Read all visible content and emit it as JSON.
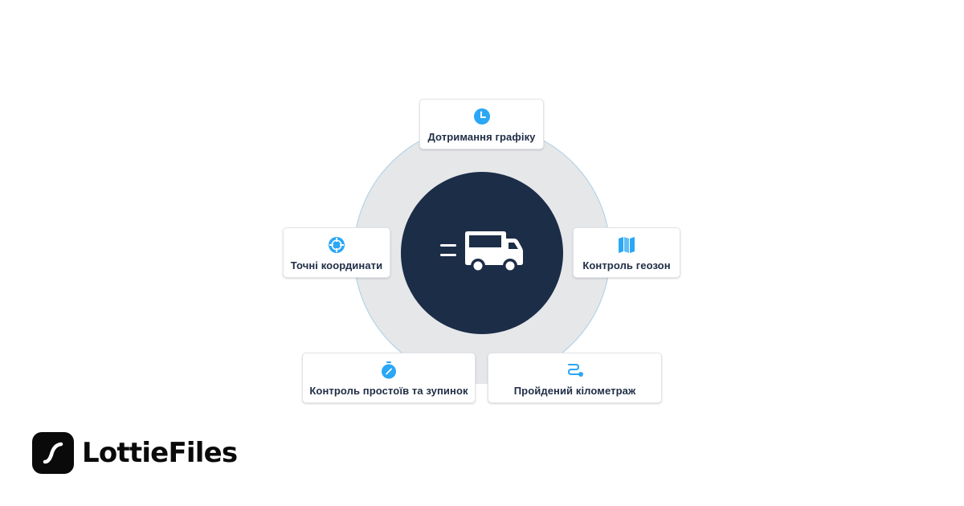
{
  "diagram": {
    "center": {
      "icon": "delivery-truck-icon",
      "color": "#1c2d48"
    },
    "ring_color": "#e6e7e9",
    "ring_border_color": "#a9cfe6",
    "accent_color": "#2aa7f5",
    "text_color": "#1f2d45",
    "features": [
      {
        "id": "schedule",
        "icon": "clock-icon",
        "label": "Дотримання графіку"
      },
      {
        "id": "coordinates",
        "icon": "crosshair-icon",
        "label": "Точні координати"
      },
      {
        "id": "geofence",
        "icon": "map-icon",
        "label": "Контроль геозон"
      },
      {
        "id": "idle",
        "icon": "stopwatch-icon",
        "label": "Контроль простоїв та зупинок"
      },
      {
        "id": "mileage",
        "icon": "route-icon",
        "label": "Пройдений кілометраж"
      }
    ]
  },
  "branding": {
    "logo_icon": "lottiefiles-logo-icon",
    "name": "LottieFiles"
  }
}
